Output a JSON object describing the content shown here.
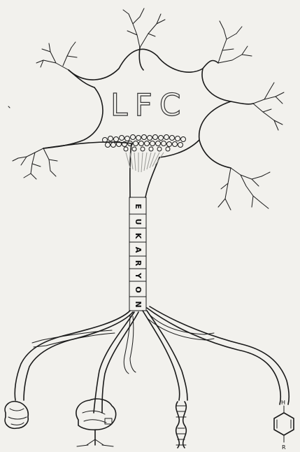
{
  "drawing": {
    "soma_label": "LFC",
    "axon_letters": [
      "E",
      "U",
      "K",
      "A",
      "R",
      "Y",
      "O",
      "N"
    ],
    "terminal_labels": {
      "ring_top": "H",
      "ring_bottom": "R"
    }
  },
  "colors": {
    "ink": "#1a1a1a",
    "paper": "#f2f1ed",
    "shade": "#6b6b66"
  }
}
